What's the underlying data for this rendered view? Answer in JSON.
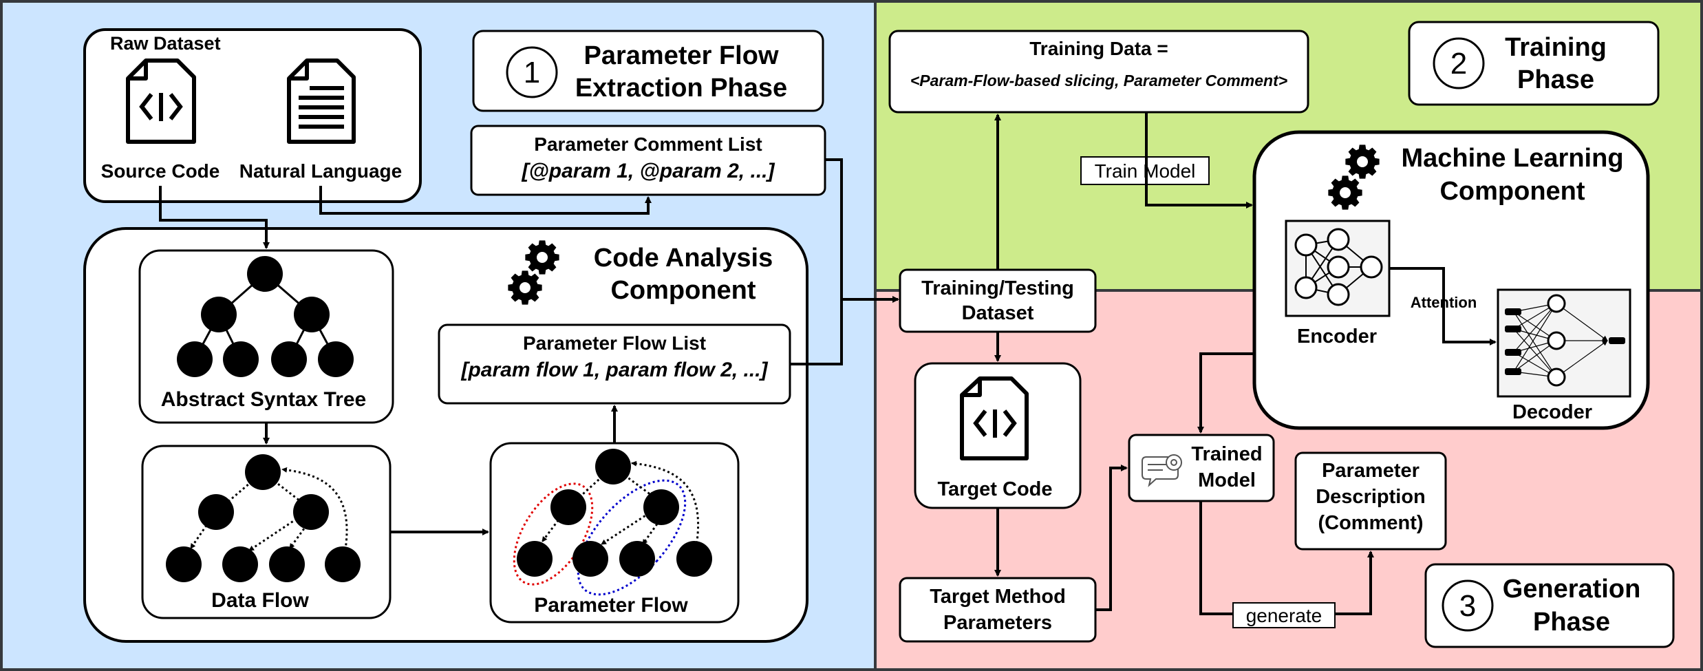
{
  "raw_dataset": {
    "title": "Raw Dataset",
    "source_code": "Source Code",
    "natural_language": "Natural Language"
  },
  "phase1": {
    "number": "1",
    "line1": "Parameter Flow",
    "line2": "Extraction Phase"
  },
  "param_comment_list": {
    "title": "Parameter Comment List",
    "items": "[@param 1, @param 2, ...]"
  },
  "code_analysis": {
    "line1": "Code Analysis",
    "line2": "Component",
    "ast": "Abstract Syntax Tree",
    "data_flow": "Data Flow",
    "parameter_flow": "Parameter Flow"
  },
  "param_flow_list": {
    "title": "Parameter Flow List",
    "items": "[param flow 1, param flow 2, ...]"
  },
  "training_data": {
    "title": "Training Data =",
    "items": "<Param-Flow-based slicing, Parameter Comment>"
  },
  "phase2": {
    "number": "2",
    "line1": "Training",
    "line2": "Phase"
  },
  "train_model": "Train Model",
  "ml_component": {
    "line1": "Machine Learning",
    "line2": "Component",
    "encoder": "Encoder",
    "attention": "Attention",
    "decoder": "Decoder"
  },
  "dataset": {
    "line1": "Training/Testing",
    "line2": "Dataset"
  },
  "target_code": "Target Code",
  "trained_model": {
    "line1": "Trained",
    "line2": "Model"
  },
  "param_desc": {
    "line1": "Parameter",
    "line2": "Description",
    "line3": "(Comment)"
  },
  "target_method": {
    "line1": "Target Method",
    "line2": "Parameters"
  },
  "generate": "generate",
  "phase3": {
    "number": "3",
    "line1": "Generation",
    "line2": "Phase"
  },
  "colors": {
    "phase1_bg": "#cce5ff",
    "phase2_bg": "#cdeb8b",
    "phase3_bg": "#ffcccc",
    "border": "#36393d",
    "ellipse_red": "#e00000",
    "ellipse_blue": "#0000cc"
  },
  "icons": [
    "code-file-icon",
    "text-document-icon",
    "gear-icon",
    "neural-network-icon",
    "chat-gear-icon"
  ]
}
